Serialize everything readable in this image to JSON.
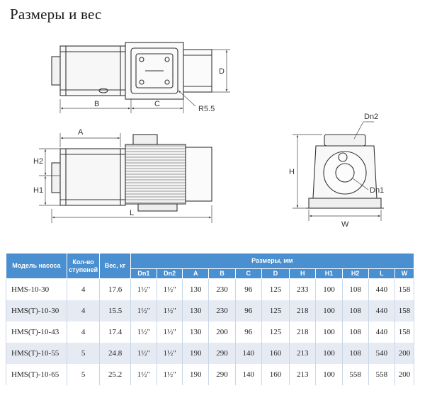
{
  "title": "Размеры и вес",
  "dimensions": {
    "top_view": {
      "B": "B",
      "C": "C",
      "D": "D",
      "R": "R5.5"
    },
    "side_view": {
      "A": "A",
      "H2": "H2",
      "H1": "H1",
      "L": "L"
    },
    "front_view": {
      "Dn2": "Dn2",
      "H": "H",
      "Dn1": "Dn1",
      "W": "W"
    }
  },
  "table": {
    "headers": {
      "model": "Модель насоса",
      "stages": "Кол-во ступеней",
      "weight": "Вес, кг",
      "dims_group": "Размеры, мм",
      "dims": [
        "Dn1",
        "Dn2",
        "A",
        "B",
        "C",
        "D",
        "H",
        "H1",
        "H2",
        "L",
        "W"
      ]
    },
    "rows": [
      {
        "model": "HMS-10-30",
        "stages": "4",
        "weight": "17.6",
        "dims": [
          "1½\"",
          "1½\"",
          "130",
          "230",
          "96",
          "125",
          "233",
          "100",
          "108",
          "440",
          "158"
        ]
      },
      {
        "model": "HMS(T)-10-30",
        "stages": "4",
        "weight": "15.5",
        "dims": [
          "1½\"",
          "1½\"",
          "130",
          "230",
          "96",
          "125",
          "218",
          "100",
          "108",
          "440",
          "158"
        ]
      },
      {
        "model": "HMS(T)-10-43",
        "stages": "4",
        "weight": "17.4",
        "dims": [
          "1½\"",
          "1½\"",
          "130",
          "200",
          "96",
          "125",
          "218",
          "100",
          "108",
          "440",
          "158"
        ]
      },
      {
        "model": "HMS(T)-10-55",
        "stages": "5",
        "weight": "24.8",
        "dims": [
          "1½\"",
          "1½\"",
          "190",
          "290",
          "140",
          "160",
          "213",
          "100",
          "108",
          "540",
          "200"
        ]
      },
      {
        "model": "HMS(T)-10-65",
        "stages": "5",
        "weight": "25.2",
        "dims": [
          "1½\"",
          "1½\"",
          "190",
          "290",
          "140",
          "160",
          "213",
          "100",
          "558",
          "558",
          "200"
        ]
      }
    ]
  }
}
